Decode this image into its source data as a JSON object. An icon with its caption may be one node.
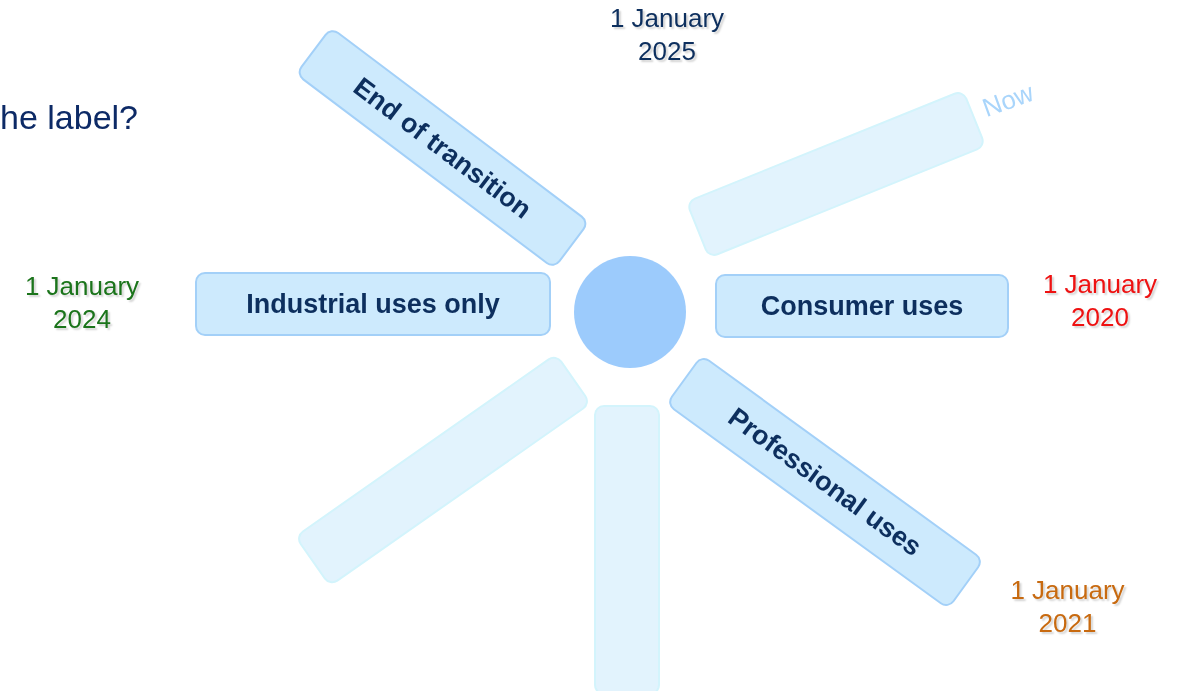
{
  "diagram": {
    "nodes": [
      {
        "text": [],
        "shape": "circle"
      },
      {
        "text": [
          "End of transition"
        ],
        "beside": [
          "1 January 2025"
        ]
      },
      {
        "text": [],
        "shape": "bar",
        "beside": [
          "Now"
        ]
      },
      {
        "text": [
          "Consumer uses"
        ],
        "beside": [
          "1 January 2020"
        ]
      },
      {
        "text": [
          "Professional uses"
        ],
        "beside": [
          "1 January 2021"
        ]
      },
      {
        "text": [],
        "shape": "bar"
      },
      {
        "text": [],
        "shape": "bar"
      },
      {
        "text": [
          "Industrial uses only"
        ],
        "beside": [
          "1 January 2024"
        ]
      }
    ],
    "labels": [
      "he label?"
    ]
  }
}
